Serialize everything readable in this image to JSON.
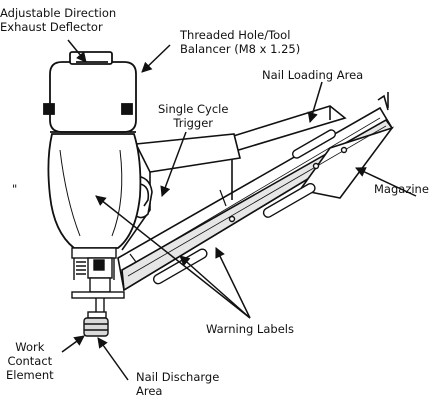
{
  "labels": {
    "exhaust_deflector": [
      "Adjustable Direction",
      "Exhaust Deflector"
    ],
    "threaded_hole": [
      "Threaded Hole/Tool",
      "Balancer (M8 x 1.25)"
    ],
    "nail_loading": "Nail Loading Area",
    "trigger": [
      "Single Cycle",
      "Trigger"
    ],
    "magazine": "Magazine",
    "warning_labels": "Warning Labels",
    "work_contact": [
      "Work",
      "Contact",
      "Element"
    ],
    "nail_discharge": [
      "Nail Discharge",
      "Area"
    ],
    "stray_mark": "\""
  },
  "colors": {
    "ink": "#111111",
    "body_fill": "#ffffff",
    "shade": "#d9d9d9"
  }
}
